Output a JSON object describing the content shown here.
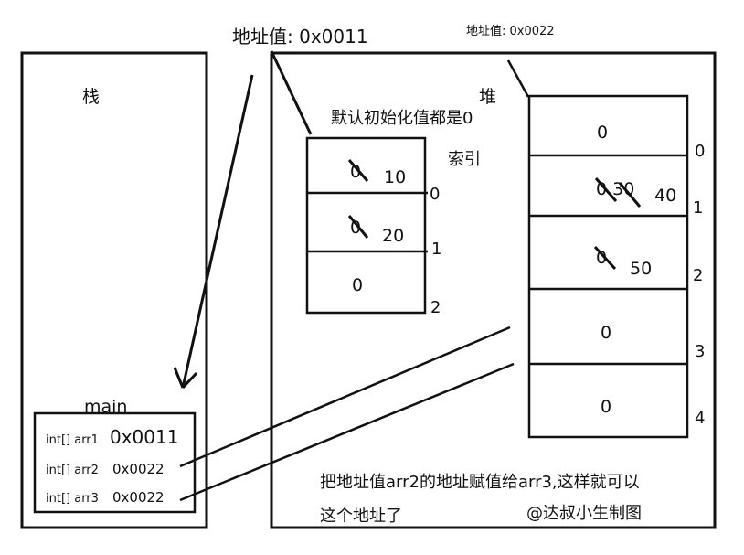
{
  "stack": {
    "title": "栈",
    "frame": "main",
    "vars": [
      {
        "decl": "int[] arr1",
        "value": "0x0011"
      },
      {
        "decl": "int[] arr2",
        "value": "0x0022"
      },
      {
        "decl": "int[] arr3",
        "value": "0x0022"
      }
    ]
  },
  "heap": {
    "title": "堆",
    "note_default": "默认初始化值都是0",
    "index_label": "索引",
    "array1": {
      "address_label": "地址值: 0x0011",
      "cells": [
        {
          "old": "0",
          "value": "10"
        },
        {
          "old": "0",
          "value": "20"
        },
        {
          "old": "",
          "value": "0"
        }
      ],
      "indices": [
        "0",
        "1",
        "2"
      ]
    },
    "array2": {
      "address_label": "地址值: 0x0022",
      "cells": [
        {
          "old": "",
          "value": "0"
        },
        {
          "old": "0 30",
          "value": "40"
        },
        {
          "old": "0",
          "value": "50"
        },
        {
          "old": "",
          "value": "0"
        },
        {
          "old": "",
          "value": "0"
        }
      ],
      "indices": [
        "0",
        "1",
        "2",
        "3",
        "4"
      ]
    }
  },
  "caption": {
    "line1": "把地址值arr2的地址赋值给arr3,这样就可以",
    "line2": "这个地址了",
    "credit": "@达叔小生制图"
  }
}
